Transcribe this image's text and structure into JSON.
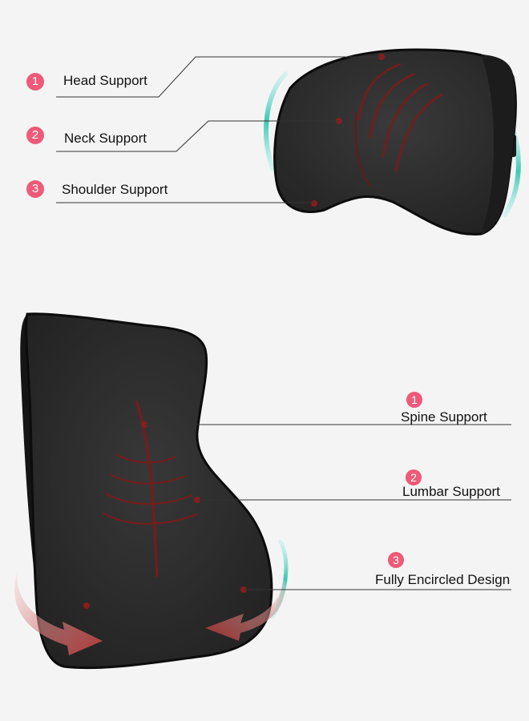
{
  "colors": {
    "badge": "#ee5a78",
    "cushion": "#2b2b2b",
    "piping": "#0c0c0c",
    "accent_line": "#7a1a1a",
    "teal_arrow": "#3ec7b5",
    "red_arrow": "#b83a3a",
    "background": "#f4f4f4"
  },
  "headrest": {
    "callouts": [
      {
        "number": "1",
        "label": "Head Support"
      },
      {
        "number": "2",
        "label": "Neck Support"
      },
      {
        "number": "3",
        "label": "Shoulder Support"
      }
    ]
  },
  "lumbar": {
    "callouts": [
      {
        "number": "1",
        "label": "Spine Support"
      },
      {
        "number": "2",
        "label": "Lumbar Support"
      },
      {
        "number": "3",
        "label": "Fully Encircled Design"
      }
    ]
  }
}
